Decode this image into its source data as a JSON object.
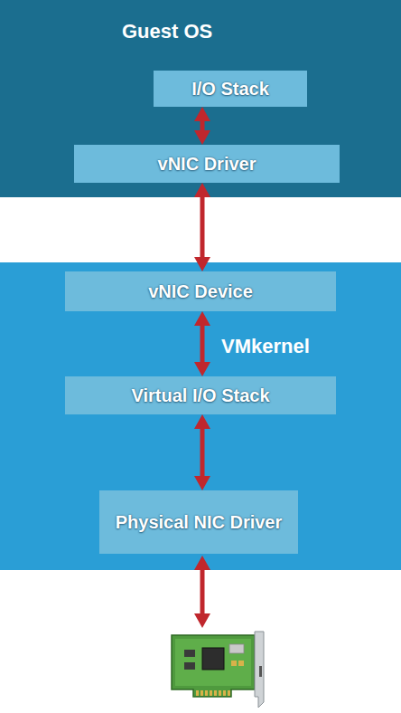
{
  "diagram": {
    "nodes": [
      {
        "text": [
          "Guest OS"
        ]
      },
      {
        "text": [
          "I/O Stack"
        ],
        "in": 0
      },
      {
        "text": [
          "vNIC Driver"
        ],
        "in": 0
      },
      {
        "text": [
          "VMkernel"
        ]
      },
      {
        "text": [
          "vNIC Device"
        ],
        "in": 3
      },
      {
        "text": [
          "Virtual I/O Stack"
        ],
        "in": 3
      },
      {
        "text": [
          "Physical NIC Driver"
        ],
        "in": 3
      }
    ],
    "edges": [
      {
        "from": 1,
        "to": 2,
        "arrow": "both"
      },
      {
        "from": 2,
        "to": 4,
        "arrow": "both"
      },
      {
        "from": 4,
        "to": 5,
        "arrow": "both"
      },
      {
        "from": 5,
        "to": 6,
        "arrow": "both"
      }
    ]
  }
}
